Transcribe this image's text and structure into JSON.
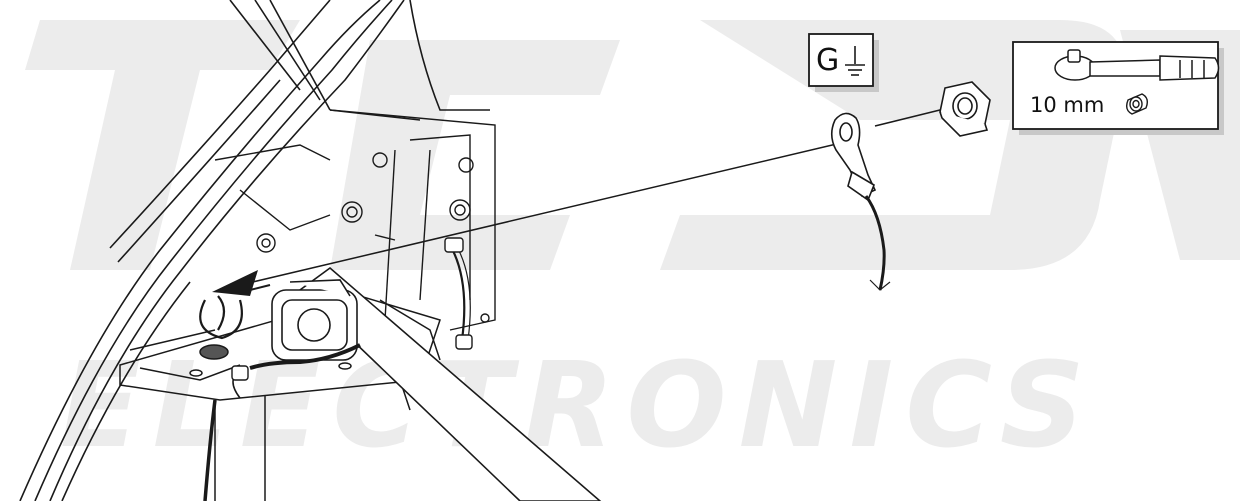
{
  "ground_symbol": {
    "letter": "G"
  },
  "tool_box": {
    "size_label": "10 mm",
    "tool_icon": "ratchet-wrench-icon",
    "socket_icon": "socket-icon"
  },
  "part_icons": {
    "nut": "hex-nut-icon",
    "terminal": "ring-terminal-icon"
  },
  "watermark": {
    "text": "ELECTRONICS"
  },
  "colors": {
    "line": "#1a1a1a",
    "background": "#ffffff",
    "watermark": "#e9e9e9",
    "shadow": "#c8c8c8",
    "grommet": "#555555"
  }
}
